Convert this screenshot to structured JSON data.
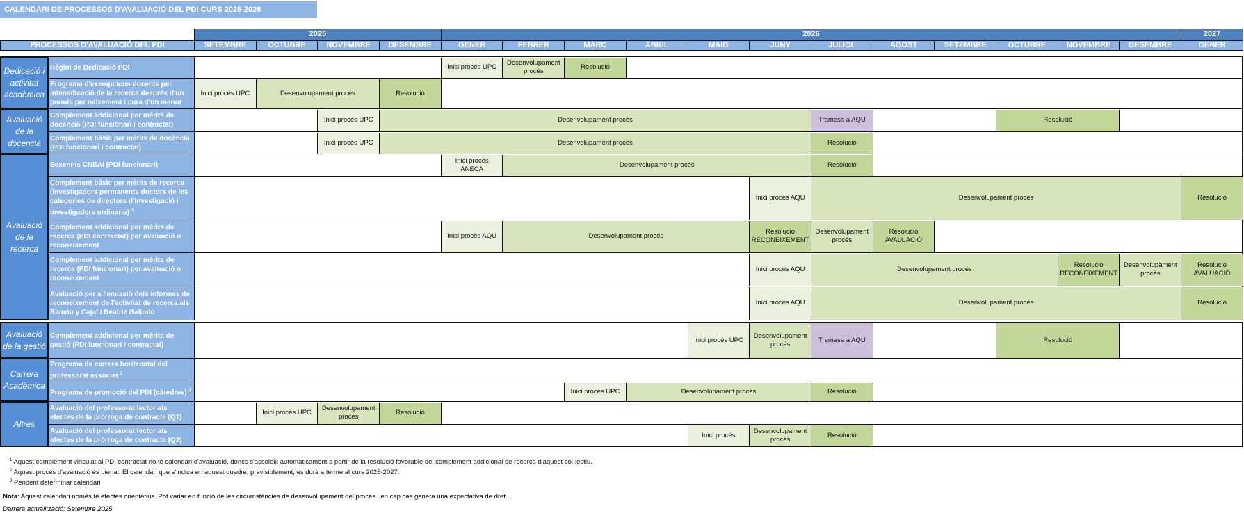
{
  "title": "CALENDARI DE PROCESSOS D'AVALUACIÓ DEL PDI CURS 2025-2026",
  "header": {
    "processes_label": "PROCESSOS D'AVALUACIÓ DEL PDI",
    "years": [
      {
        "label": "2025",
        "start": 0,
        "span": 4
      },
      {
        "label": "2026",
        "start": 4,
        "span": 12
      },
      {
        "label": "2027",
        "start": 16,
        "span": 1
      }
    ],
    "months": [
      "SETEMBRE",
      "OCTUBRE",
      "NOVEMBRE",
      "DESEMBRE",
      "GENER",
      "FEBRER",
      "MARÇ",
      "ABRIL",
      "MAIG",
      "JUNY",
      "JULIOL",
      "AGOST",
      "SETEMBRE",
      "OCTUBRE",
      "NOVEMBRE",
      "DESEMBRE",
      "GENER"
    ]
  },
  "colors": {
    "year_header": "#4f81bd",
    "month_header": "#8db4e2",
    "group": "#558ed5",
    "process": "#8db4e2",
    "inici": "#ebf1de",
    "desenvolupament": "#d8e4bc",
    "resolucio": "#c4d79b",
    "tramesa": "#ccc0da"
  },
  "groups": [
    {
      "label": "Dedicació i activitat acadèmica",
      "rows": [
        0,
        1
      ]
    },
    {
      "label": "Avaluació de la docència",
      "rows": [
        2,
        3
      ]
    },
    {
      "label": "Avaluació de la recerca",
      "rows": [
        4,
        5,
        6,
        7,
        8
      ]
    },
    {
      "label": "Avaluació de la gestió",
      "rows": [
        9
      ]
    },
    {
      "label": "Carrera Acadèmica",
      "rows": [
        10,
        11
      ]
    },
    {
      "label": "Altres",
      "rows": [
        12,
        13
      ]
    }
  ],
  "rows": [
    {
      "process": "Règim de Dedicació PDI",
      "sup": "",
      "cells": [
        {
          "start": 4,
          "span": 1,
          "label": "Inici procés UPC",
          "kind": "inici"
        },
        {
          "start": 5,
          "span": 1,
          "label": "Desenvolupament procés",
          "kind": "desenv"
        },
        {
          "start": 6,
          "span": 1,
          "label": "Resolució",
          "kind": "resol"
        }
      ]
    },
    {
      "process": "Programa d'exempcions docents per intensificació de la recerca després d'un permís per naixement i cura d'un menor",
      "sup": "",
      "cells": [
        {
          "start": 0,
          "span": 1,
          "label": "Inici procés UPC",
          "kind": "inici"
        },
        {
          "start": 1,
          "span": 2,
          "label": "Desenvolupament procés",
          "kind": "desenv"
        },
        {
          "start": 3,
          "span": 1,
          "label": "Resolució",
          "kind": "resol"
        }
      ]
    },
    {
      "process": "Complement addicional per mèrits de docència (PDI funcionari i contractat)",
      "sup": "",
      "cells": [
        {
          "start": 2,
          "span": 1,
          "label": "Inici procés UPC",
          "kind": "inici"
        },
        {
          "start": 3,
          "span": 7,
          "label": "Desenvolupament procés",
          "kind": "desenv"
        },
        {
          "start": 10,
          "span": 1,
          "label": "Tramesa a AQU",
          "kind": "tramesa"
        },
        {
          "start": 13,
          "span": 2,
          "label": "Resolució",
          "kind": "resol"
        }
      ]
    },
    {
      "process": "Complement bàsic per mèrits de docència (PDI funcionari i contractat)",
      "sup": "",
      "cells": [
        {
          "start": 2,
          "span": 1,
          "label": "Inici procés UPC",
          "kind": "inici"
        },
        {
          "start": 3,
          "span": 7,
          "label": "Desenvolupament procés",
          "kind": "desenv"
        },
        {
          "start": 10,
          "span": 1,
          "label": "Resolució",
          "kind": "resol"
        }
      ]
    },
    {
      "process": "Sexennis CNEAI (PDI funcionari)",
      "sup": "",
      "cells": [
        {
          "start": 4,
          "span": 1,
          "label": "Inici procés ANECA",
          "kind": "inici"
        },
        {
          "start": 5,
          "span": 5,
          "label": "Desenvolupament procés",
          "kind": "desenv"
        },
        {
          "start": 10,
          "span": 1,
          "label": "Resolució",
          "kind": "resol"
        }
      ]
    },
    {
      "process": "Complement bàsic per mèrits de recerca (investigadors permanents doctors de les categories de directors d'investigació i investigadors ordinaris)",
      "sup": "1",
      "cells": [
        {
          "start": 9,
          "span": 1,
          "label": "Inici procés AQU",
          "kind": "inici"
        },
        {
          "start": 10,
          "span": 6,
          "label": "Desenvolupament procés",
          "kind": "desenv"
        },
        {
          "start": 16,
          "span": 1,
          "label": "Resolució",
          "kind": "resol"
        }
      ]
    },
    {
      "process": "Complement addicional per mèrits de recerca (PDI contractat) per avaluació o reconeixement",
      "sup": "",
      "cells": [
        {
          "start": 4,
          "span": 1,
          "label": "Inici procès AQU",
          "kind": "inici"
        },
        {
          "start": 5,
          "span": 4,
          "label": "Desenvolupament procés",
          "kind": "desenv"
        },
        {
          "start": 9,
          "span": 1,
          "label": "Resolució RECONEIXEMENT",
          "kind": "resol"
        },
        {
          "start": 10,
          "span": 1,
          "label": "Desenvolupament procés",
          "kind": "desenv"
        },
        {
          "start": 11,
          "span": 1,
          "label": "Resolució AVALUACIÓ",
          "kind": "resol"
        }
      ]
    },
    {
      "process": "Complement addicional per mèrits de recerca (PDI funcionari) per avaluació o reconeixement",
      "sup": "",
      "cells": [
        {
          "start": 9,
          "span": 1,
          "label": "Inici procés AQU",
          "kind": "inici"
        },
        {
          "start": 10,
          "span": 4,
          "label": "Desenvolupament procés",
          "kind": "desenv"
        },
        {
          "start": 14,
          "span": 1,
          "label": "Resolució RECONEIXEMENT",
          "kind": "resol"
        },
        {
          "start": 15,
          "span": 1,
          "label": "Desenvolupament procés",
          "kind": "desenv"
        },
        {
          "start": 16,
          "span": 1,
          "label": "Resolució AVALUACIÓ",
          "kind": "resol"
        }
      ]
    },
    {
      "process": "Avaluació per a l'emissió dels informes de reconeixement de l'activitat de recerca als Ramón y Cajal i Beatriz Galindo",
      "sup": "",
      "cells": [
        {
          "start": 9,
          "span": 1,
          "label": "Inici procés AQU",
          "kind": "inici"
        },
        {
          "start": 10,
          "span": 6,
          "label": "Desenvolupament procés",
          "kind": "desenv"
        },
        {
          "start": 16,
          "span": 1,
          "label": "Resolució",
          "kind": "resol"
        }
      ]
    },
    {
      "process": "Complement addicional per mèrits de gestió (PDI funcionari i contractat)",
      "sup": "",
      "cells": [
        {
          "start": 8,
          "span": 1,
          "label": "Inici procés UPC",
          "kind": "inici"
        },
        {
          "start": 9,
          "span": 1,
          "label": "Desenvolupament procés",
          "kind": "desenv"
        },
        {
          "start": 10,
          "span": 1,
          "label": "Tramesa a AQU",
          "kind": "tramesa"
        },
        {
          "start": 13,
          "span": 2,
          "label": "Resolució",
          "kind": "resol"
        }
      ]
    },
    {
      "process": "Programa de carrera horitzontal del professorat associat",
      "sup": "3",
      "cells": []
    },
    {
      "process": "Programa de promoció del PDI (càtedres)",
      "sup": "2",
      "cells": [
        {
          "start": 6,
          "span": 1,
          "label": "Inici procés UPC",
          "kind": "inici"
        },
        {
          "start": 7,
          "span": 3,
          "label": "Desenvolupament procés",
          "kind": "desenv"
        },
        {
          "start": 10,
          "span": 1,
          "label": "Resolució",
          "kind": "resol"
        }
      ]
    },
    {
      "process": "Avaluació del professorat lector als efectes de la pròrroga de contracte (Q1)",
      "sup": "",
      "cells": [
        {
          "start": 1,
          "span": 1,
          "label": "Inici procès UPC",
          "kind": "inici"
        },
        {
          "start": 2,
          "span": 1,
          "label": "Desenvolupament procés",
          "kind": "desenv"
        },
        {
          "start": 3,
          "span": 1,
          "label": "Resolució",
          "kind": "resol"
        }
      ]
    },
    {
      "process": "Avaluació del professorat lector als efectes de la pròrroga de contracte (Q2)",
      "sup": "",
      "cells": [
        {
          "start": 8,
          "span": 1,
          "label": "Inici procés",
          "kind": "inici"
        },
        {
          "start": 9,
          "span": 1,
          "label": "Desenvolupament procés",
          "kind": "desenv"
        },
        {
          "start": 10,
          "span": 1,
          "label": "Resolució",
          "kind": "resol"
        }
      ]
    }
  ],
  "footnotes": [
    {
      "mark": "1",
      "text": "Aquest complement vinculat al PDI contractat no té calendari d'avaluació, doncs s'assoleix automàticament a partir de la resolució favorable del complement addicional de recerca d'aquest col·lectiu."
    },
    {
      "mark": "2",
      "text": "Aquest procés d'avaluació és bienal. El calendari que s'indica en aquest quadre, previsiblement, es durà a terme al curs 2026-2027."
    },
    {
      "mark": "3",
      "text": "Pendent determinar calendari"
    }
  ],
  "note": {
    "label": "Nota",
    "text": ": Aquest calendari només té efectes orientatius. Pot variar en funció de les circumstàncies de desenvolupament del procés i en cap cas genera una expectativa de dret."
  },
  "updated": "Darrera actualització: Setembre 2025"
}
